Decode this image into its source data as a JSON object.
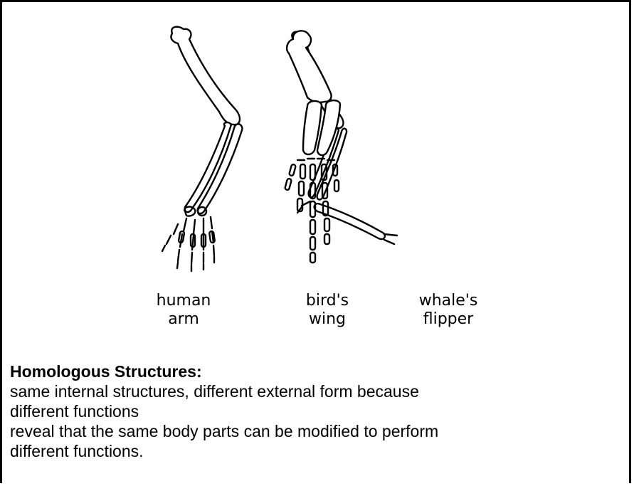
{
  "labels": {
    "human": "human\narm",
    "bird": "bird's\nwing",
    "whale": "whale's\nflipper"
  },
  "heading": "Homologous Structures:",
  "lines": [
    "same internal structures, different external form because",
    "different functions",
    "reveal that the same body parts can be modified to perform",
    "different functions."
  ]
}
